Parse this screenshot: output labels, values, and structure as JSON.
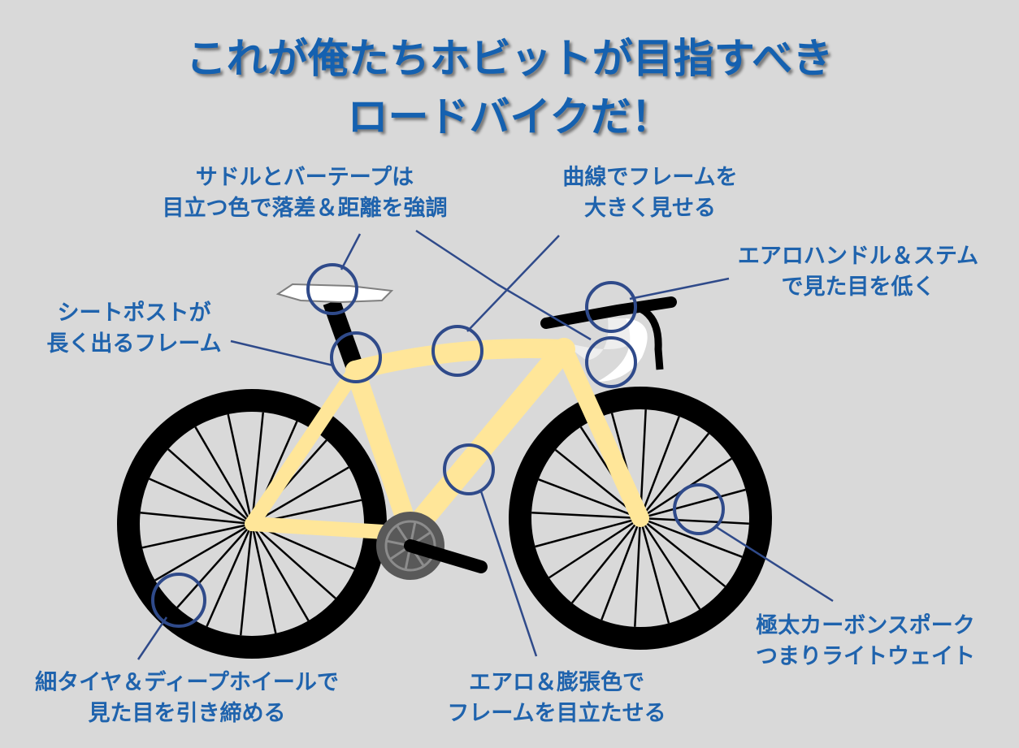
{
  "title": {
    "line1": "これが俺たちホビットが目指すべき",
    "line2": "ロードバイクだ！"
  },
  "annotations": {
    "saddle": {
      "line1": "サドルとバーテープは",
      "line2": "目立つ色で落差＆距離を強調"
    },
    "curve": {
      "line1": "曲線でフレームを",
      "line2": "大きく見せる"
    },
    "aero_handle": {
      "line1": "エアロハンドル＆ステム",
      "line2": "で見た目を低く"
    },
    "seatpost": {
      "line1": "シートポストが",
      "line2": "長く出るフレーム"
    },
    "tire": {
      "line1": "細タイヤ＆ディープホイールで",
      "line2": "見た目を引き締める"
    },
    "aero_color": {
      "line1": "エアロ＆膨張色で",
      "line2": "フレームを目立たせる"
    },
    "spoke": {
      "line1": "極太カーボンスポーク",
      "line2": "つまりライトウェイト"
    }
  },
  "colors": {
    "background": "#d9d9d9",
    "title": "#1561b0",
    "label": "#1f63ad",
    "callout_line": "#2f4a8a",
    "frame": "#ffe699",
    "tire": "#000000",
    "crank": "#595959"
  }
}
